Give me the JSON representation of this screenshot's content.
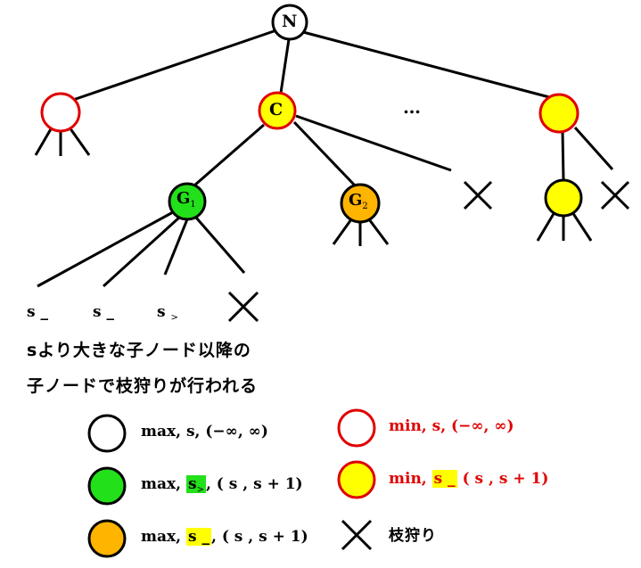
{
  "tree": {
    "root_label": "N",
    "c_label": "C",
    "g1_label": "G",
    "g1_sub": "1",
    "g2_label": "G",
    "g2_sub": "2",
    "ellipsis": "…"
  },
  "leaves": [
    {
      "base": "s",
      "mark": "_"
    },
    {
      "base": "s",
      "mark": "_"
    },
    {
      "base": "s",
      "mark": ">"
    }
  ],
  "note": {
    "line1": "sより大きな子ノード以降の",
    "line2": "子ノードで枝狩りが行われる"
  },
  "legend": {
    "white": "max, s, (−∞, ∞)",
    "green_prefix": "max,",
    "green_hl": "s",
    "green_hl_mark": ">",
    "green_suffix": ", ( s , s + 1)",
    "orange_prefix": "max,",
    "orange_hl": "s _",
    "orange_suffix": ", ( s , s + 1)",
    "red_white": "min, s, (−∞, ∞)",
    "red_yellow_prefix": "min,",
    "red_yellow_hl": "s _",
    "red_yellow_suffix": "( s , s + 1)",
    "cross": "枝狩り"
  },
  "colors": {
    "white_fill": "#ffffff",
    "green_fill": "#22e01a",
    "orange_fill": "#ffb400",
    "yellow_fill": "#ffff00",
    "red_stroke": "#e00000",
    "black_stroke": "#000000"
  }
}
